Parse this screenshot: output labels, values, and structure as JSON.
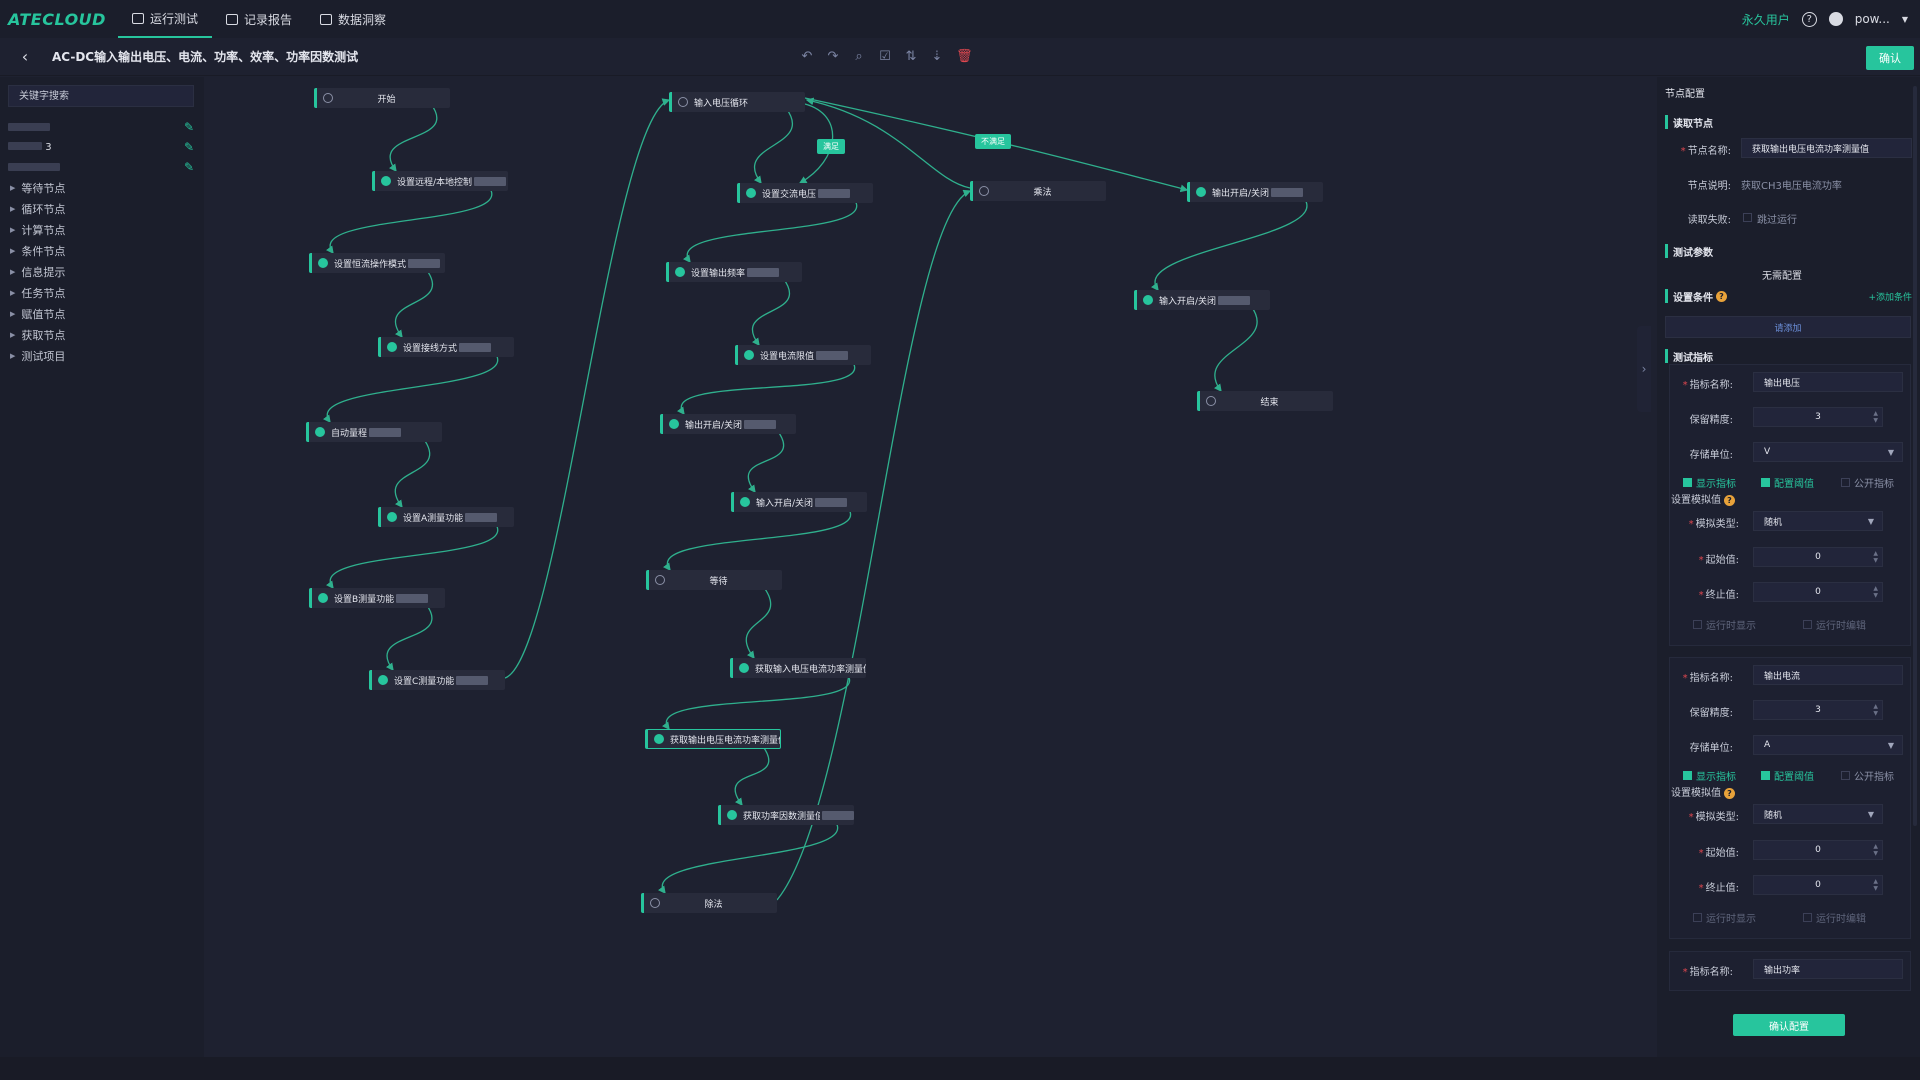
{
  "app": {
    "brand": "ATECLOUD",
    "nav_tabs": [
      {
        "label": "运行测试",
        "active": true
      },
      {
        "label": "记录报告",
        "active": false
      },
      {
        "label": "数据洞察",
        "active": false
      }
    ],
    "user_type": "永久用户",
    "username": "pow..."
  },
  "page": {
    "title": "AC-DC输入输出电压、电流、功率、效率、功率因数测试",
    "confirm_label": "确认"
  },
  "colors": {
    "accent": "#27c59d",
    "danger": "#e0474f",
    "background": "#1e2130",
    "panel": "#1b1e2b"
  },
  "toolbar": {
    "icons": [
      "undo-icon",
      "redo-icon",
      "search-icon",
      "check-board-icon",
      "tune-icon",
      "sort-icon",
      "trash-icon"
    ]
  },
  "left_panel": {
    "search_placeholder": "关键字搜索",
    "custom_rows": [
      {
        "label": ""
      },
      {
        "label": "3"
      },
      {
        "label": ""
      }
    ],
    "tree": [
      "等待节点",
      "循环节点",
      "计算节点",
      "条件节点",
      "信息提示",
      "任务节点",
      "赋值节点",
      "获取节点",
      "测试项目"
    ]
  },
  "flow": {
    "nodes": [
      {
        "id": "start",
        "label": "开始",
        "icon": "clock-icon"
      },
      {
        "id": "n1",
        "label": "设置远程/本地控制",
        "icon": "gear-icon"
      },
      {
        "id": "n2",
        "label": "设置恒流操作模式",
        "icon": "gear-icon"
      },
      {
        "id": "n3",
        "label": "设置接线方式",
        "icon": "gear-icon"
      },
      {
        "id": "n4",
        "label": "自动量程",
        "icon": "gear-icon"
      },
      {
        "id": "n5",
        "label": "设置A测量功能",
        "icon": "gear-icon"
      },
      {
        "id": "n6",
        "label": "设置B测量功能",
        "icon": "gear-icon"
      },
      {
        "id": "n7",
        "label": "设置C测量功能",
        "icon": "gear-icon"
      },
      {
        "id": "loop",
        "label": "输入电压循环",
        "icon": "loop-icon"
      },
      {
        "id": "n8",
        "label": "设置交流电压",
        "icon": "gear-icon"
      },
      {
        "id": "n9",
        "label": "设置输出频率",
        "icon": "gear-icon"
      },
      {
        "id": "n10",
        "label": "设置电流限值",
        "icon": "gear-icon"
      },
      {
        "id": "n11",
        "label": "输出开启/关闭",
        "icon": "gear-icon"
      },
      {
        "id": "n12",
        "label": "输入开启/关闭",
        "icon": "gear-icon"
      },
      {
        "id": "wait",
        "label": "等待",
        "icon": "clock-icon"
      },
      {
        "id": "n13",
        "label": "获取输入电压电流功率测量值",
        "icon": "gear-icon"
      },
      {
        "id": "n14",
        "label": "获取输出电压电流功率测量值",
        "icon": "gear-icon"
      },
      {
        "id": "n15",
        "label": "获取功率因数测量值",
        "icon": "gear-icon"
      },
      {
        "id": "calc1",
        "label": "除法",
        "icon": "calc-icon"
      },
      {
        "id": "calc2",
        "label": "乘法",
        "icon": "calc-icon"
      },
      {
        "id": "n16",
        "label": "输出开启/关闭",
        "icon": "gear-icon"
      },
      {
        "id": "n17",
        "label": "输入开启/关闭",
        "icon": "gear-icon"
      },
      {
        "id": "end",
        "label": "结束",
        "icon": "clock-icon"
      }
    ],
    "conditions": {
      "satisfied": "满足",
      "not_satisfied": "不满足"
    }
  },
  "right_panel": {
    "title": "节点配置",
    "section_get": "读取节点",
    "node_name_label": "节点名称:",
    "node_name_value": "获取输出电压电流功率测量值",
    "node_desc_label": "节点说明:",
    "node_desc_value": "获取CH3电压电流功率",
    "read_fail_label": "读取失败:",
    "read_fail_option": "跳过运行",
    "section_params": "测试参数",
    "params_empty": "无需配置",
    "section_conditions": "设置条件",
    "add_condition": "+添加条件",
    "add_button": "请添加",
    "section_metrics": "测试指标",
    "metric_name_label": "指标名称:",
    "precision_label": "保留精度:",
    "unit_label": "存储单位:",
    "show_metric": "显示指标",
    "config_threshold": "配置阈值",
    "public_metric": "公开指标",
    "sim_value_label": "设置模拟值",
    "sim_type_label": "模拟类型:",
    "start_label": "起始值:",
    "end_label": "终止值:",
    "runtime_show": "运行时显示",
    "runtime_edit": "运行时编辑",
    "metrics": [
      {
        "name": "输出电压",
        "precision": "3",
        "unit": "V",
        "sim_type": "随机",
        "start": "0",
        "end": "0"
      },
      {
        "name": "输出电流",
        "precision": "3",
        "unit": "A",
        "sim_type": "随机",
        "start": "0",
        "end": "0"
      },
      {
        "name": "输出功率"
      }
    ],
    "confirm_config": "确认配置"
  }
}
